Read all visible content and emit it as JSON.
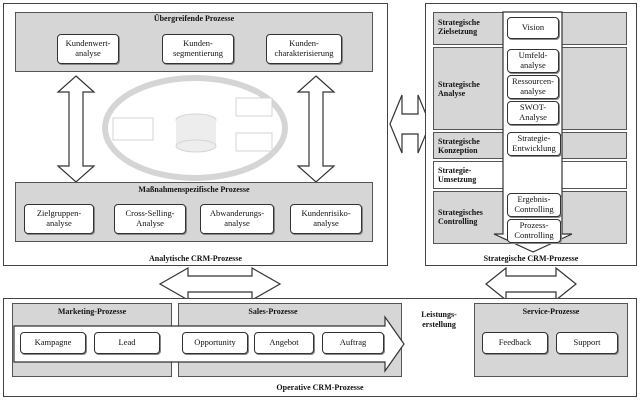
{
  "analytic": {
    "top_header": "Übergreifende Prozesse",
    "top_boxes": [
      "Kundenwert-\nanalyse",
      "Kunden-\nsegmentierung",
      "Kunden-\ncharakterisierung"
    ],
    "bottom_header": "Maßnahmenspezifische Prozesse",
    "bottom_boxes": [
      "Zielgruppen-\nanalyse",
      "Cross-Selling-\nAnalyse",
      "Abwanderungs-\nanalyse",
      "Kundenrisiko-\nanalyse"
    ],
    "caption": "Analytische CRM-Prozesse"
  },
  "strategic": {
    "rows": [
      "Strategische\nZielsetzung",
      "Strategische\nAnalyse",
      "Strategische\nKonzeption",
      "Strategie-\nUmsetzung",
      "Strategisches\nControlling"
    ],
    "boxes": [
      "Vision",
      "Umfeld-\nanalyse",
      "Ressourcen-\nanalyse",
      "SWOT-\nAnalyse",
      "Strategie-\nEntwicklung",
      "Ergebnis-\nControlling",
      "Prozess-\nControlling"
    ],
    "caption": "Strategische CRM-Prozesse"
  },
  "operative": {
    "marketing_header": "Marketing-Prozesse",
    "sales_header": "Sales-Prozesse",
    "leistung_label": "Leistungs-\nerstellung",
    "service_header": "Service-Prozesse",
    "flow_boxes": [
      "Kampagne",
      "Lead",
      "Opportunity",
      "Angebot",
      "Auftrag"
    ],
    "service_boxes": [
      "Feedback",
      "Support"
    ],
    "caption": "Operative CRM-Prozesse"
  },
  "colors": {
    "band": "#d6d6d6",
    "frame": "#444444"
  }
}
